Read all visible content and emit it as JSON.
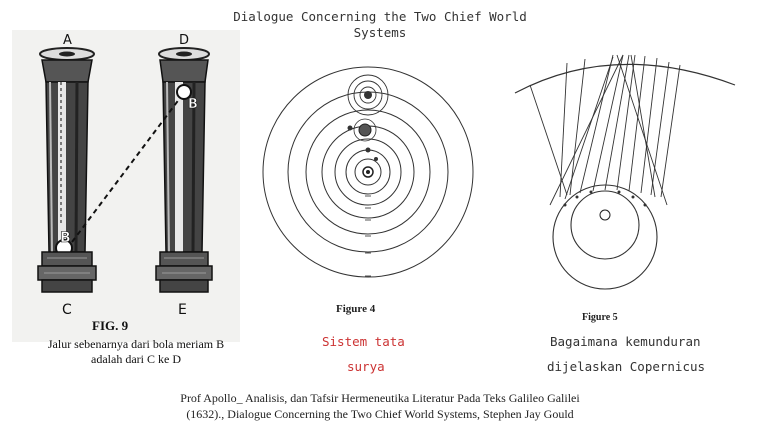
{
  "title": {
    "line1": "Dialogue Concerning the Two Chief World",
    "line2": "Systems"
  },
  "figure9": {
    "label": "FIG. 9",
    "letters": {
      "a": "A",
      "b": "B",
      "c": "C",
      "d": "D",
      "e": "E"
    },
    "caption_line1": "Jalur sebenarnya dari bola meriam B",
    "caption_line2": "adalah dari C ke D"
  },
  "figure4": {
    "label": "Figure 4",
    "caption_line1": "Sistem tata",
    "caption_line2": "surya",
    "caption_color": "#cc3333"
  },
  "figure5": {
    "label": "Figure 5",
    "caption_line1": "Bagaimana kemunduran",
    "caption_line2": "dijelaskan Copernicus"
  },
  "citation": {
    "line1": "Prof  Apollo_ Analisis,  dan Tafsir Hermeneutika Literatur Pada Teks Galileo Galilei",
    "line2": "(1632)., Dialogue Concerning the Two Chief World Systems, Stephen Jay Gould"
  }
}
